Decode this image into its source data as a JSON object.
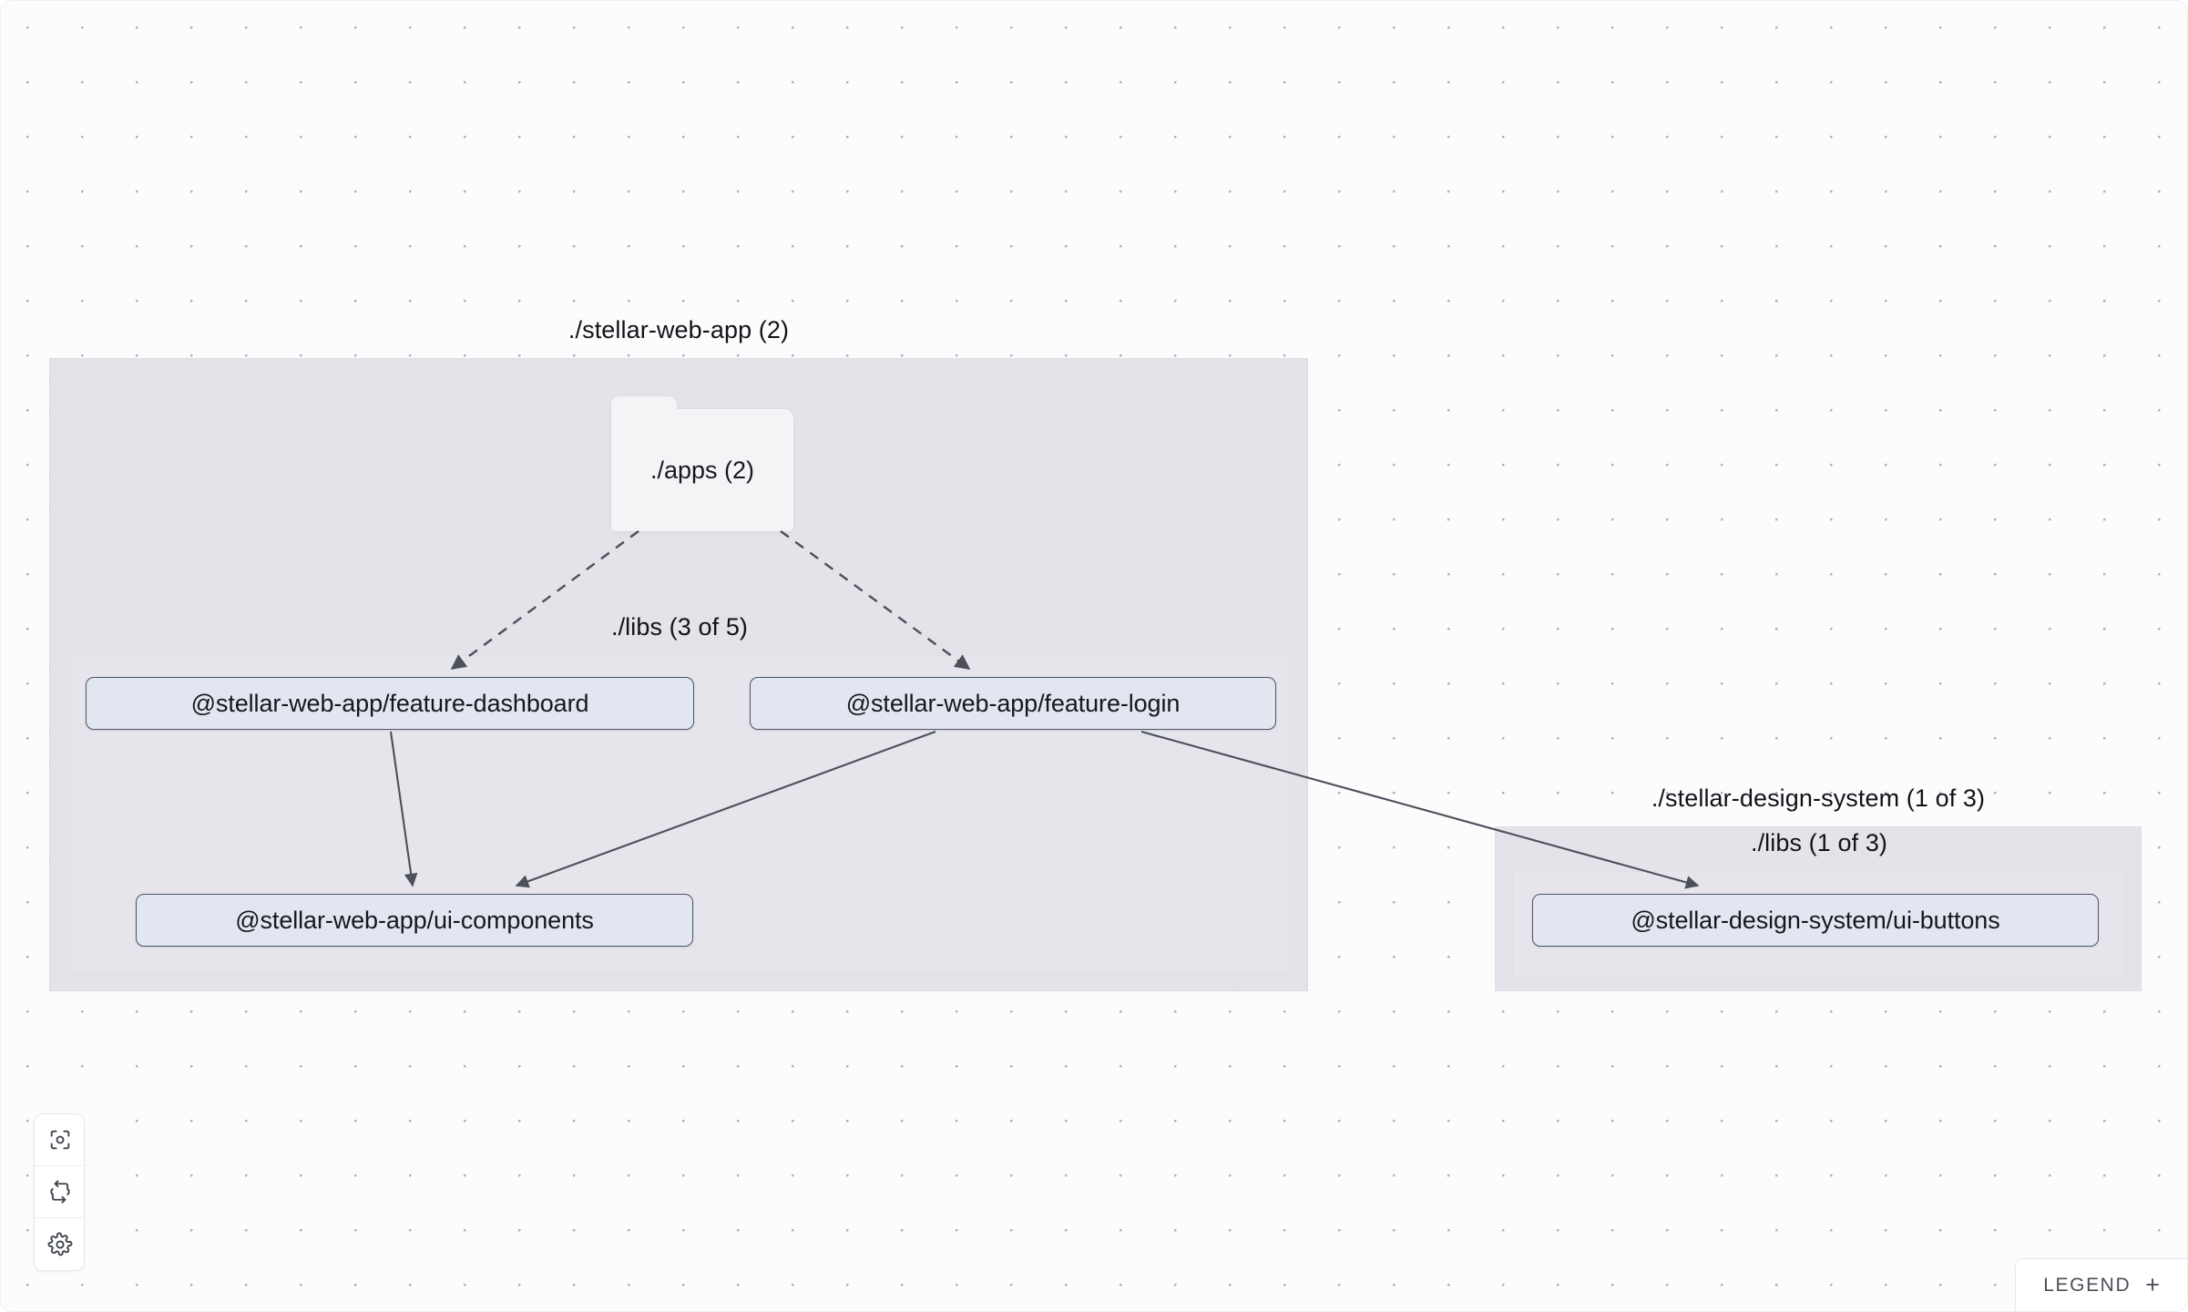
{
  "canvas": {
    "background_color": "#fcfcfd",
    "dot_color": "#a9b2c1"
  },
  "graph": {
    "groups": [
      {
        "id": "stellar-web-app",
        "label": "./stellar-web-app (2)",
        "style": "dashed",
        "fill": "#e4e3e9",
        "children": [
          {
            "id": "stellar-web-app-libs",
            "label": "./libs (3 of 5)",
            "style": "solid"
          }
        ]
      },
      {
        "id": "stellar-design-system",
        "label": "./stellar-design-system (1 of 3)",
        "style": "solid",
        "fill": "#e4e3e9",
        "children": [
          {
            "id": "stellar-design-system-libs",
            "label": "./libs (1 of 3)",
            "style": "solid"
          }
        ]
      }
    ],
    "folder_nodes": [
      {
        "id": "apps",
        "label": "./apps (2)",
        "fill": "#f4f4f6"
      }
    ],
    "nodes": [
      {
        "id": "feature-dashboard",
        "label": "@stellar-web-app/feature-dashboard",
        "fill": "#e2e6f0",
        "border": "#4d5563"
      },
      {
        "id": "feature-login",
        "label": "@stellar-web-app/feature-login",
        "fill": "#e2e6f0",
        "border": "#4d5563"
      },
      {
        "id": "ui-components",
        "label": "@stellar-web-app/ui-components",
        "fill": "#e2e6f0",
        "border": "#4d5563"
      },
      {
        "id": "ui-buttons",
        "label": "@stellar-design-system/ui-buttons",
        "fill": "#e2e6f0",
        "border": "#4d5563"
      }
    ],
    "edges": [
      {
        "from": "apps",
        "to": "feature-dashboard",
        "style": "dashed"
      },
      {
        "from": "apps",
        "to": "feature-login",
        "style": "dashed"
      },
      {
        "from": "feature-dashboard",
        "to": "ui-components",
        "style": "solid"
      },
      {
        "from": "feature-login",
        "to": "ui-components",
        "style": "solid"
      },
      {
        "from": "feature-login",
        "to": "ui-buttons",
        "style": "solid"
      }
    ],
    "edge_color": "#4b505a"
  },
  "toolbar": {
    "buttons": [
      {
        "id": "focus",
        "icon": "focus-target-icon",
        "title": "Focus graph"
      },
      {
        "id": "refresh",
        "icon": "refresh-icon",
        "title": "Refresh graph"
      },
      {
        "id": "settings",
        "icon": "gear-icon",
        "title": "Settings"
      }
    ]
  },
  "legend": {
    "label": "LEGEND",
    "expand_symbol": "+"
  }
}
